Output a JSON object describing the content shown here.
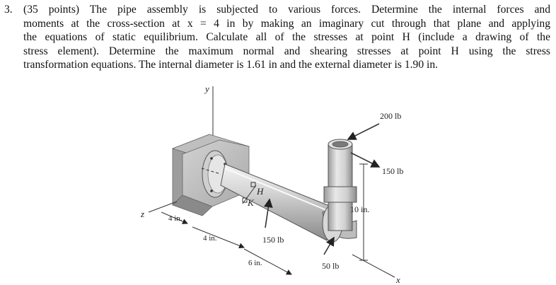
{
  "problem": {
    "number": "3.",
    "lines": [
      "(35 points) The pipe assembly is subjected to various forces. Determine the internal forces and",
      "moments at the cross-section at x = 4 in by making an imaginary cut through that plane and applying",
      "the equations of static equilibrium. Calculate all of the stresses at point H (include a drawing of the",
      "stress element). Determine the maximum normal and shearing stresses at point H using the stress",
      "transformation equations. The internal diameter is 1.61 in and the external diameter is 1.90 in."
    ]
  },
  "figure": {
    "axis_y": "y",
    "axis_z": "z",
    "axis_x": "x",
    "point_h": "H",
    "point_k": "K",
    "force_top": "200 lb",
    "force_side": "150 lb",
    "force_mid": "150 lb",
    "force_bottom": "50 lb",
    "dim_height": "10 in.",
    "dim_a": "4 in.",
    "dim_b": "4 in.",
    "dim_c": "6 in."
  }
}
